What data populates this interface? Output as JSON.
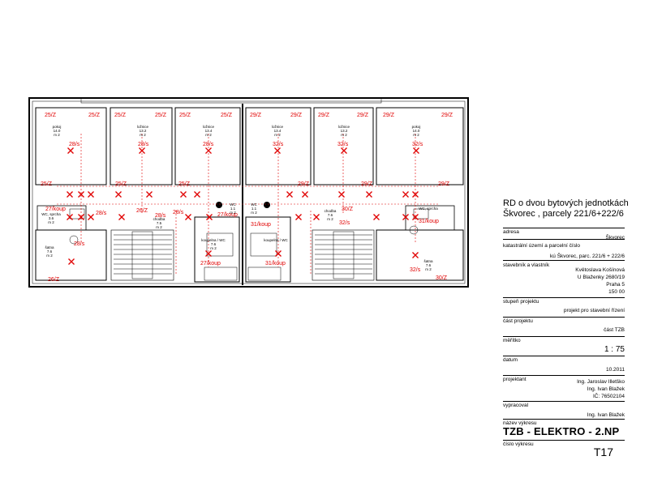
{
  "plan": {
    "outlets": [
      {
        "id": "o1",
        "text": "25/Z"
      },
      {
        "id": "o2",
        "text": "25/Z"
      },
      {
        "id": "o3",
        "text": "25/Z"
      },
      {
        "id": "o4",
        "text": "25/Z"
      },
      {
        "id": "o5",
        "text": "29/Z"
      },
      {
        "id": "o6",
        "text": "29/Z"
      },
      {
        "id": "o7",
        "text": "29/Z"
      },
      {
        "id": "o8",
        "text": "29/Z"
      },
      {
        "id": "o9",
        "text": "28/s"
      },
      {
        "id": "o10",
        "text": "28/s"
      },
      {
        "id": "o11",
        "text": "28/s"
      },
      {
        "id": "o12",
        "text": "32/s"
      },
      {
        "id": "o13",
        "text": "32/s"
      },
      {
        "id": "o14",
        "text": "32/s"
      },
      {
        "id": "o15",
        "text": "25/Z"
      },
      {
        "id": "o16",
        "text": "25/Z"
      },
      {
        "id": "o17",
        "text": "25/Z"
      },
      {
        "id": "o18",
        "text": "29/Z"
      },
      {
        "id": "o19",
        "text": "29/Z"
      },
      {
        "id": "o20",
        "text": "29/Z"
      },
      {
        "id": "o21",
        "text": "27/koup"
      },
      {
        "id": "o22",
        "text": "28/s"
      },
      {
        "id": "o23",
        "text": "28/s"
      },
      {
        "id": "o24",
        "text": "26/Z"
      },
      {
        "id": "o25",
        "text": "28/s"
      },
      {
        "id": "o26",
        "text": "27/koup"
      },
      {
        "id": "o27",
        "text": "31/koup"
      },
      {
        "id": "o28",
        "text": "30/Z"
      },
      {
        "id": "o29",
        "text": "32/s"
      },
      {
        "id": "o30",
        "text": "31/koup"
      },
      {
        "id": "o31",
        "text": "28/s"
      },
      {
        "id": "o32",
        "text": "27/koup"
      },
      {
        "id": "o33",
        "text": "31/koup"
      },
      {
        "id": "o34",
        "text": "32/s"
      },
      {
        "id": "o35",
        "text": "26/Z"
      },
      {
        "id": "o36",
        "text": "30/Z"
      }
    ],
    "rooms": [
      {
        "name": "pokoj",
        "area": "14.0",
        "unit": "m 2"
      },
      {
        "name": "ložnice",
        "area": "13.2",
        "unit": "m 2"
      },
      {
        "name": "ložnice",
        "area": "13.4",
        "unit": "m 2"
      },
      {
        "name": "ložnice",
        "area": "13.4",
        "unit": "m 2"
      },
      {
        "name": "ložnice",
        "area": "13.2",
        "unit": "m 2"
      },
      {
        "name": "pokoj",
        "area": "14.0",
        "unit": "m 2"
      },
      {
        "name": "WC, sprcha",
        "area": "3.6",
        "unit": "m 2"
      },
      {
        "name": "WC",
        "area": "1.1",
        "unit": "m 2"
      },
      {
        "name": "WC",
        "area": "1.1",
        "unit": "m 2"
      },
      {
        "name": "WC, sprcha",
        "area": "",
        "unit": ""
      },
      {
        "name": "chodba",
        "area": "7.5",
        "unit": "m 2"
      },
      {
        "name": "chodba",
        "area": "7.6",
        "unit": "m 2"
      },
      {
        "name": "koupelna / WC",
        "area": "7.6",
        "unit": "m 2"
      },
      {
        "name": "koupelna / WC",
        "area": "",
        "unit": ""
      },
      {
        "name": "šatna",
        "area": "7.6",
        "unit": "m 2"
      },
      {
        "name": "šatna",
        "area": "7.6",
        "unit": "m 2"
      }
    ]
  },
  "title_block": {
    "project_title_1": "RD o dvou bytových jednotkách",
    "project_title_2": "Škvorec , parcely  221/6+222/6",
    "address_label": "adresa",
    "address_value": "Škvorec",
    "cadastre_label": "katastrální území a parcelní číslo",
    "cadastre_value": "kú Škvorec, parc. 221/6 + 222/6",
    "owner_label": "stavebník a vlastník",
    "owner_lines": [
      "Květoslava Košínová",
      "U Blaženky 2680/19",
      "Praha 5",
      "150 00"
    ],
    "stage_label": "stupeň projektu",
    "stage_value": "projekt pro stavební řízení",
    "part_label": "část projektu",
    "part_value": "část TZB",
    "scale_label": "měřítko",
    "scale_value": "1 : 75",
    "date_label": "datum",
    "date_value": "10.2011",
    "designer_label": "projektant",
    "designer_lines": [
      "Ing. Jaroslav Illetško",
      "Ing. Ivan Blažek",
      "IČ: 76502104"
    ],
    "drafted_label": "vypracoval",
    "drafted_value": "Ing. Ivan Blažek",
    "sheet_name_label": "název výkresu",
    "sheet_name": "TZB - ELEKTRO - 2.NP",
    "sheet_no_label": "číslo výkresu",
    "sheet_no": "T17"
  }
}
